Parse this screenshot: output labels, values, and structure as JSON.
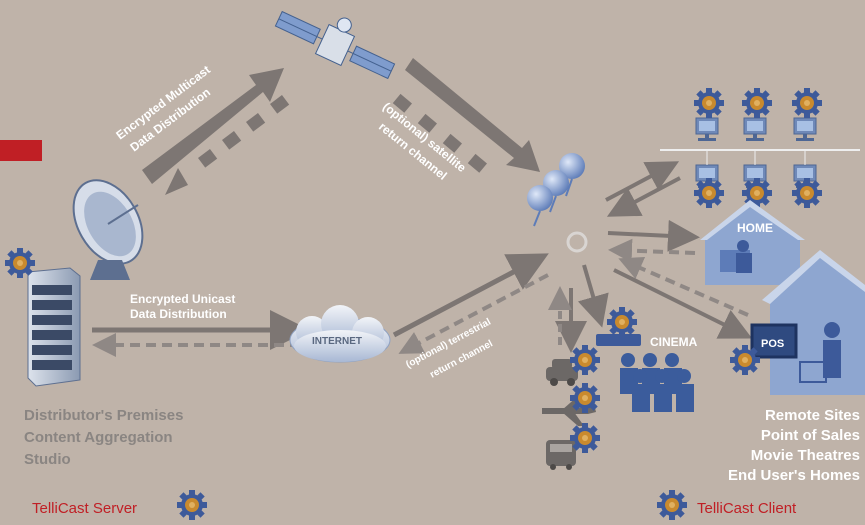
{
  "labels": {
    "multicast_line1": "Encrypted Multicast",
    "multicast_line2": "Data Distribution",
    "sat_return_line1": "(optional) satellite",
    "sat_return_line2": "return channel",
    "unicast_line1": "Encrypted Unicast",
    "unicast_line2": "Data Distribution",
    "internet": "INTERNET",
    "terr_return_line1": "(optional) terrestrial",
    "terr_return_line2": "return channel",
    "home": "HOME",
    "cinema": "CINEMA",
    "pos": "POS",
    "distributor_line1": "Distributor's Premises",
    "distributor_line2": "Content Aggregation",
    "distributor_line3": "Studio",
    "remote_line1": "Remote Sites",
    "remote_line2": "Point of Sales",
    "remote_line3": "Movie Theatres",
    "remote_line4": "End User's Homes",
    "server": "TelliCast Server",
    "client": "TelliCast Client"
  },
  "colors": {
    "background": "#bfb3a9",
    "arrow": "#7d7673",
    "label_grey": "#8a8582",
    "label_white": "#ffffff",
    "brand_red": "#c01f25",
    "device_blue": "#6f89b8",
    "gear_orange": "#c98a2e",
    "gear_blue": "#3d5a9a"
  },
  "icons": [
    "satellite-icon",
    "satellite-dish-icon",
    "server-rack-icon",
    "internet-cloud-icon",
    "receiver-dishes-icon",
    "network-computers-icon",
    "home-icon",
    "cinema-icon",
    "pos-icon",
    "car-icon",
    "airplane-icon",
    "bus-icon",
    "gear-icon"
  ]
}
